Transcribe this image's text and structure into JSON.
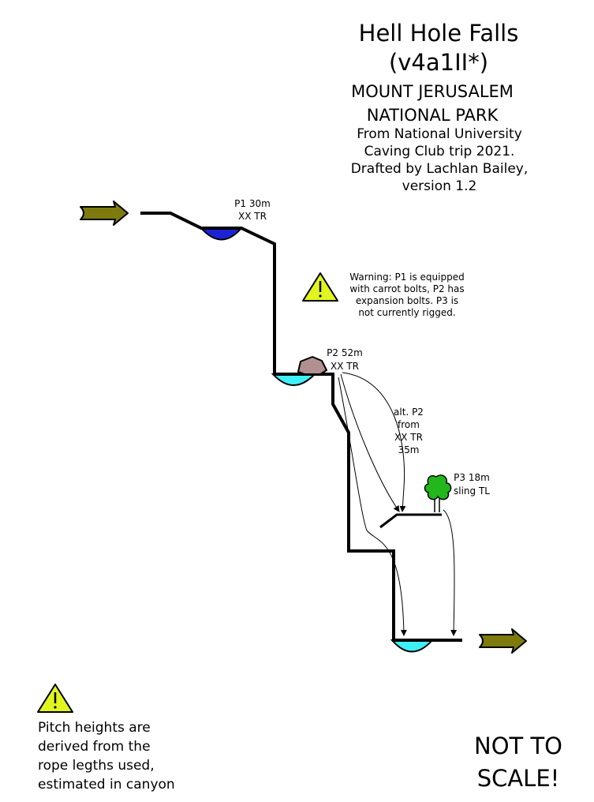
{
  "title": {
    "line1": "Hell Hole Falls",
    "line2": "(v4a1II*)",
    "park_line1": "MOUNT JERUSALEM",
    "park_line2": "NATIONAL PARK"
  },
  "credits": {
    "line1": "From National University",
    "line2": "Caving Club trip 2021.",
    "line3": "Drafted by Lachlan Bailey,",
    "line4": "version 1.2"
  },
  "pitches": {
    "p1": {
      "name": "P1 30m",
      "rig": "XX TR"
    },
    "p2": {
      "name": "P2 52m",
      "rig": "XX TR"
    },
    "alt_p2": {
      "line1": "alt. P2",
      "line2": "from",
      "line3": "XX TR",
      "line4": "35m"
    },
    "p3": {
      "name": "P3 18m",
      "rig": "sling TL"
    }
  },
  "warning": {
    "line1": "Warning: P1 is equipped",
    "line2": "with carrot bolts, P2 has",
    "line3": "expansion bolts. P3 is",
    "line4": "not currently rigged."
  },
  "note": {
    "line1": "Pitch heights are",
    "line2": "derived from the",
    "line3": "rope legths used,",
    "line4": "estimated in canyon"
  },
  "scale_notice": {
    "line1": "NOT TO",
    "line2": "SCALE!"
  },
  "colors": {
    "deep_pool": "#1c23d4",
    "shallow_pool": "#3ff0f6",
    "arrow_fill": "#7d7a0e",
    "warning_fill": "#e1f51e",
    "boulder_fill": "#b09091",
    "tree_fill": "#23b71c"
  }
}
